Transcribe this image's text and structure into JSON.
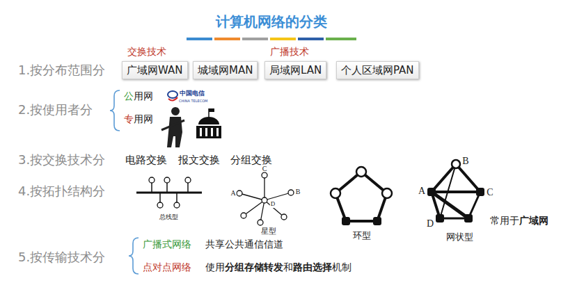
{
  "diagram": {
    "title": "计算机网络的分类",
    "nodes": [
      {
        "text": [
          "广域网WAN"
        ]
      },
      {
        "text": [
          "城域网MAN"
        ]
      },
      {
        "text": [
          "局域网LAN"
        ]
      },
      {
        "text": [
          "个人区域网PAN"
        ]
      }
    ],
    "labels": [
      "交换技术",
      "广播技术",
      "1.按分布范围分",
      "2.按使用者分",
      "公",
      "用网",
      "专",
      "用网",
      "中国电信",
      "CHINA TELECOM",
      "3.按交换技术分",
      "电路交换",
      "报文交换",
      "分组交换",
      "4.按拓扑结构分",
      "C",
      "A",
      "B",
      "D",
      "总线型",
      "星型",
      "环型",
      "A",
      "B",
      "C",
      "D",
      "网状型",
      "常用于",
      "广域网",
      "5.按传输技术分",
      "广播式网络",
      "共享公共通信信道",
      "点对点网络",
      "使用",
      "分组存储转发",
      "和",
      "路由选择",
      "机制"
    ]
  }
}
